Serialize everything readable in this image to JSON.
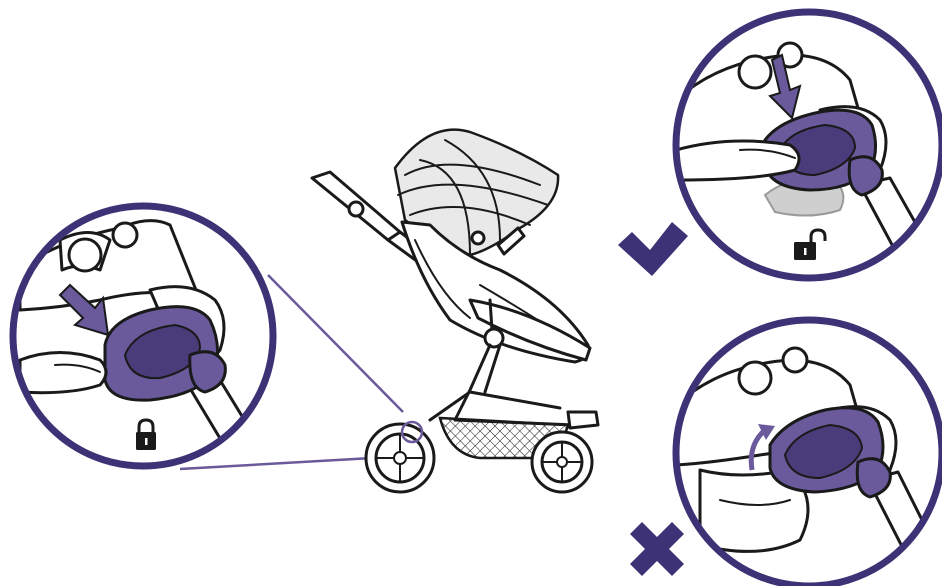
{
  "colors": {
    "accent": "#6a5a9c",
    "accent_light": "#8a7bbf",
    "accent_dark": "#4a3c7a",
    "ring": "#3d3275",
    "outline": "#1a1a1a",
    "ghost": "#cfcfcf",
    "fabric": "#e4e4e4"
  },
  "icons": {
    "locked": "padlock-closed",
    "unlocked": "padlock-open",
    "correct": "checkmark",
    "incorrect": "cross"
  },
  "panels": [
    {
      "name": "detail-lock",
      "status": "locked"
    },
    {
      "name": "detail-unlocked-correct",
      "status": "correct"
    },
    {
      "name": "detail-incorrect",
      "status": "incorrect"
    }
  ]
}
